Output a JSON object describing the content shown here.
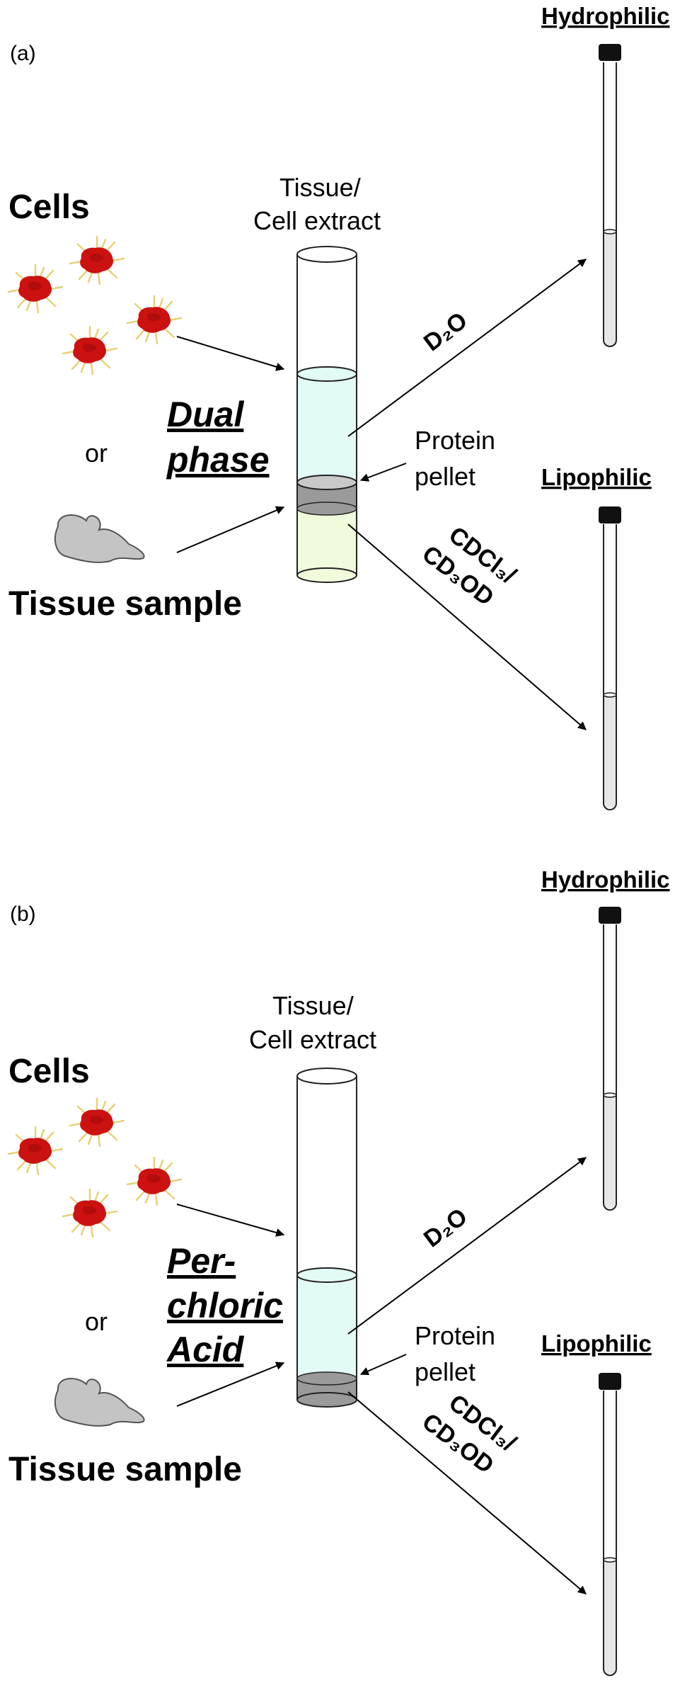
{
  "panels": [
    {
      "id": "a",
      "panel_label": "(a)",
      "cells_label": "Cells",
      "or_label": "or",
      "tissue_label": "Tissue sample",
      "extract_label_line1": "Tissue/",
      "extract_label_line2": "Cell extract",
      "method_line1": "Dual",
      "method_line2": "phase",
      "method_line3": "",
      "pellet_line1": "Protein",
      "pellet_line2": "pellet",
      "solvent_top": "D₂O",
      "solvent_bottom_line1": "CDCl₃/",
      "solvent_bottom_line2": "CD₃OD",
      "hydrophilic_label": "Hydrophilic",
      "lipophilic_label": "Lipophilic"
    },
    {
      "id": "b",
      "panel_label": "(b)",
      "cells_label": "Cells",
      "or_label": "or",
      "tissue_label": "Tissue sample",
      "extract_label_line1": "Tissue/",
      "extract_label_line2": "Cell extract",
      "method_line1": "Per-",
      "method_line2": "chloric",
      "method_line3": "Acid",
      "pellet_line1": "Protein",
      "pellet_line2": "pellet",
      "solvent_top": "D₂O",
      "solvent_bottom_line1": "CDCl₃/",
      "solvent_bottom_line2": "CD₃OD",
      "hydrophilic_label": "Hydrophilic",
      "lipophilic_label": "Lipophilic"
    }
  ],
  "colors": {
    "cell_red": "#cc1111",
    "cell_spike": "#e6d27a",
    "tissue_gray": "#c4c4c4",
    "aqueous_phase": "#e2fbf6",
    "organic_phase": "#f0fbdc",
    "pellet": "#9a9a9a",
    "nmr_fill": "#e6e6e6",
    "cap": "#111111"
  }
}
